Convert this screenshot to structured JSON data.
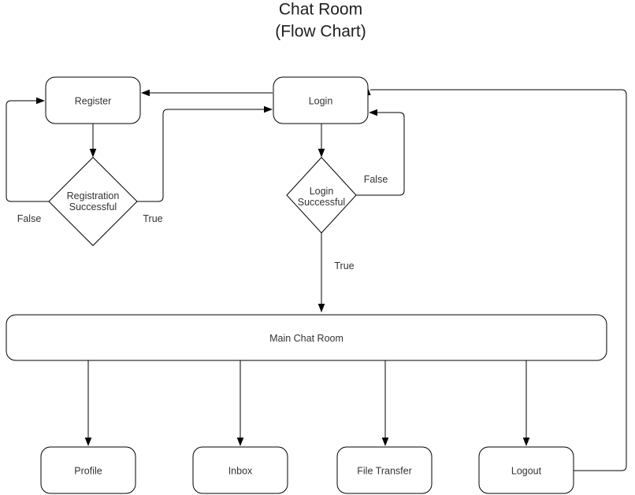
{
  "title": {
    "line1": "Chat Room",
    "line2": "(Flow Chart)"
  },
  "nodes": {
    "register": {
      "label": "Register"
    },
    "login": {
      "label": "Login"
    },
    "registration_decision": {
      "label_line1": "Registration",
      "label_line2": "Successful"
    },
    "login_decision": {
      "label_line1": "Login",
      "label_line2": "Successful"
    },
    "main_chat_room": {
      "label": "Main Chat Room"
    },
    "profile": {
      "label": "Profile"
    },
    "inbox": {
      "label": "Inbox"
    },
    "file_transfer": {
      "label": "File Transfer"
    },
    "logout": {
      "label": "Logout"
    }
  },
  "edge_labels": {
    "registration_false": "False",
    "registration_true": "True",
    "login_false": "False",
    "login_true": "True"
  },
  "colors": {
    "shape_stroke": "#000000",
    "shape_fill": "#ffffff",
    "text": "#333333",
    "canvas_background": "#ffffff"
  }
}
